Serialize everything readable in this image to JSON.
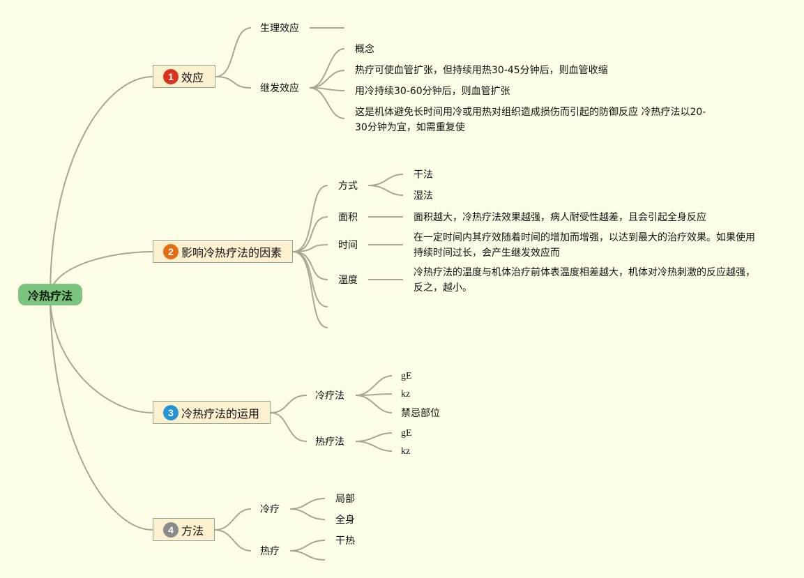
{
  "root": {
    "label": "冷热疗法"
  },
  "colors": {
    "c1": "#d9321f",
    "c2": "#e46c15",
    "c3": "#2593d6",
    "c4": "#8a8a8a",
    "link": "#a9a693",
    "root_bg": "#7dc47f"
  },
  "b1": {
    "num": "1",
    "title": "效应",
    "physio": "生理效应",
    "secondary": "继发效应",
    "s_items": [
      "概念",
      "热疗可使血管扩张，但持续用热30-45分钟后，则血管收缩",
      "用冷持续30-60分钟后，则血管扩张",
      "这是机体避免长时间用冷或用热对组织造成损伤而引起的防御反应 冷热疗法以20-30分钟为宜，如需重复使"
    ]
  },
  "b2": {
    "num": "2",
    "title": "影响冷热疗法的因素",
    "mode": "方式",
    "mode_items": [
      "干法",
      "湿法"
    ],
    "area": "面积",
    "area_text": "面积越大，冷热疗法效果越强，病人耐受性越差，且会引起全身反应",
    "time": "时间",
    "time_text": "在一定时间内其疗效随着时间的增加而增强，以达到最大的治疗效果。如果使用持续时间过长，会产生继发效应而",
    "temp": "温度",
    "temp_text": "冷热疗法的温度与机体治疗前体表温度相差越大，机体对冷热刺激的反应越强，反之，越小。"
  },
  "b3": {
    "num": "3",
    "title": "冷热疗法的运用",
    "cold": "冷疗法",
    "cold_items": [
      "gE",
      "kz",
      "禁忌部位"
    ],
    "hot": "热疗法",
    "hot_items": [
      "gE",
      "kz"
    ]
  },
  "b4": {
    "num": "4",
    "title": "方法",
    "cold": "冷疗",
    "cold_items": [
      "局部",
      "全身"
    ],
    "hot": "热疗",
    "hot_items": [
      "干热"
    ]
  }
}
